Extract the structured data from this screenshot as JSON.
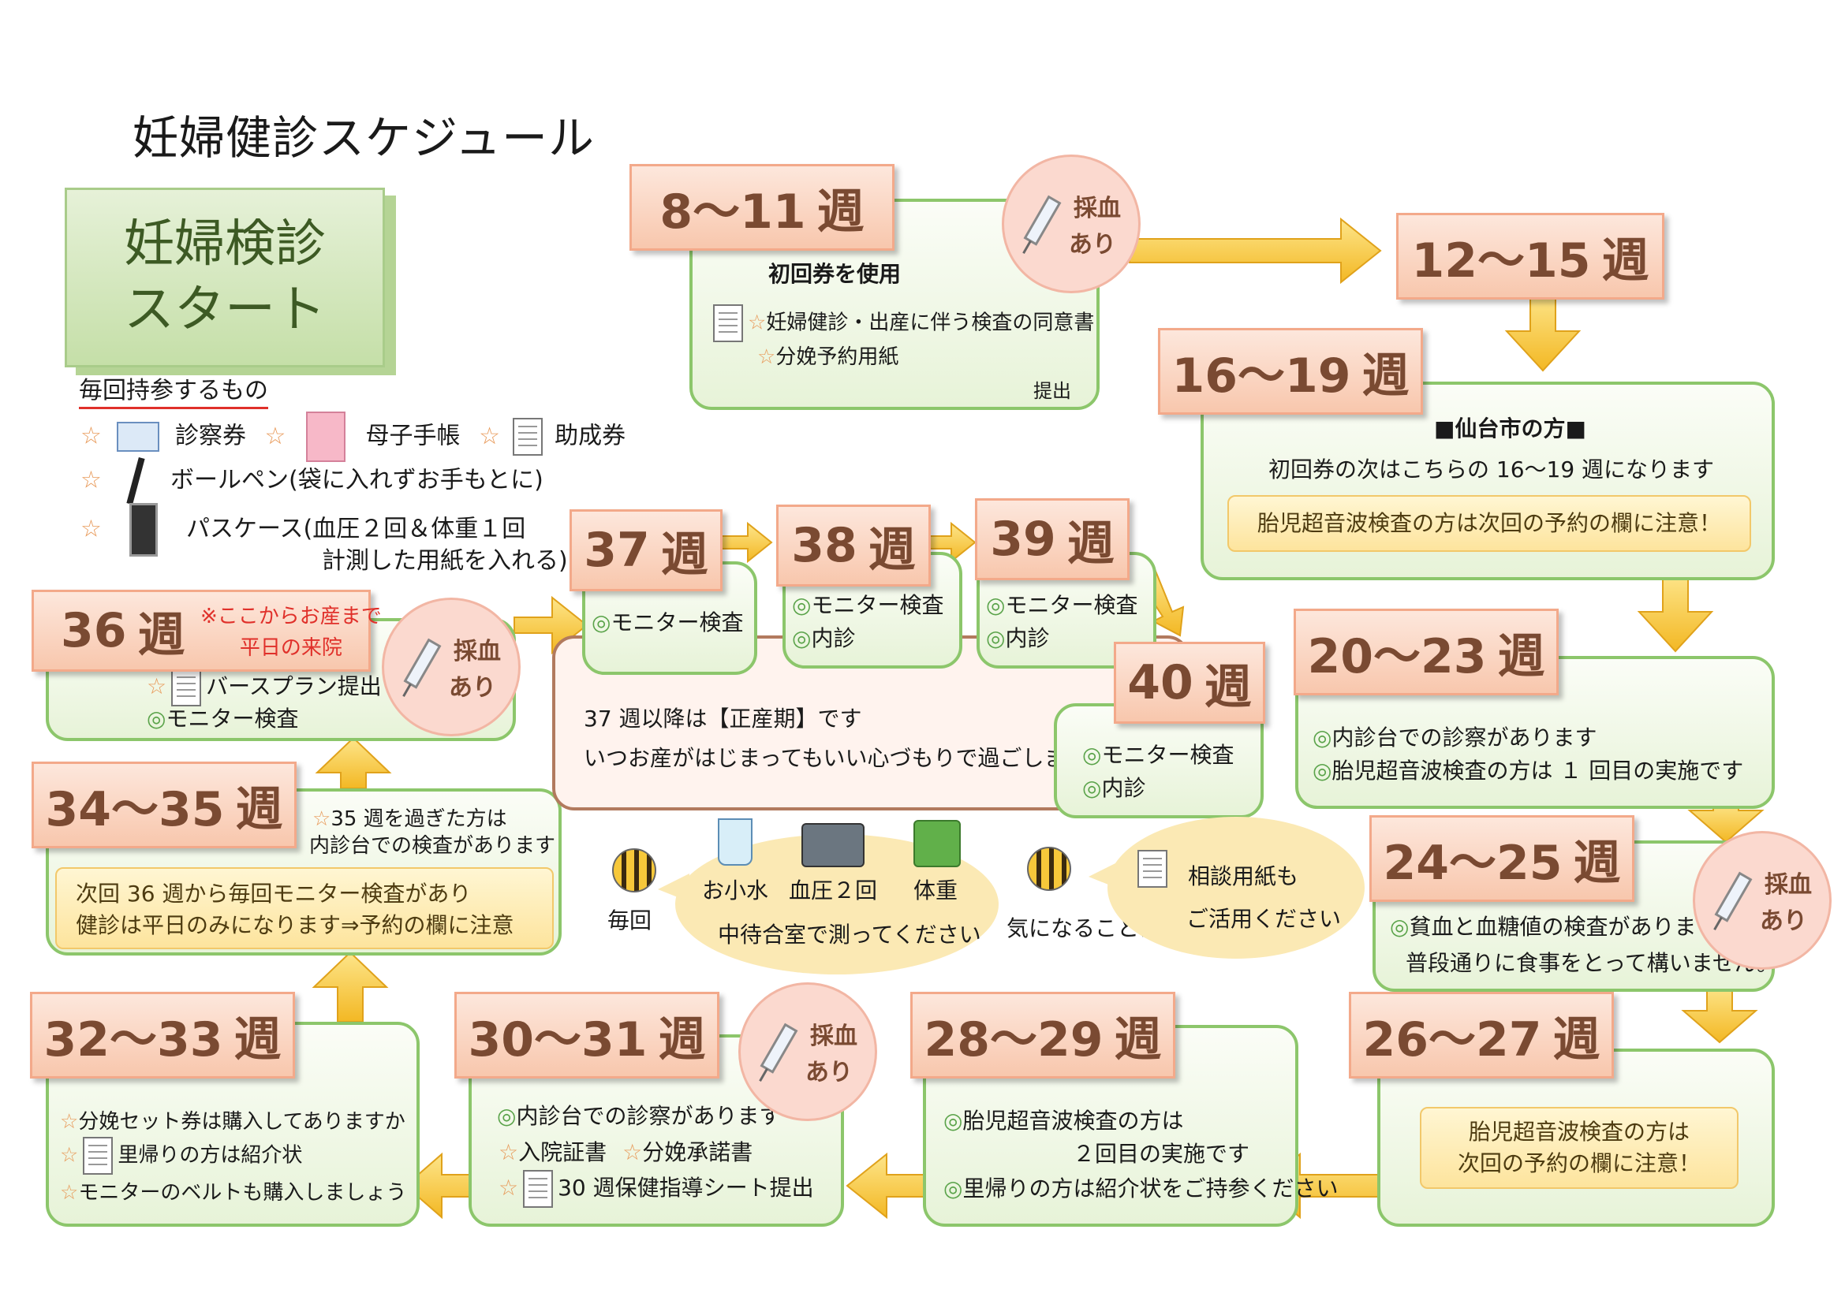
{
  "title": "妊婦健診スケジュール",
  "start": {
    "line1": "妊婦検診",
    "line2": "スタート"
  },
  "bring": {
    "heading": "毎回持参するもの",
    "item1": "診察券",
    "item2": "母子手帳",
    "item3": "助成券",
    "item4": "ボールペン(袋に入れずお手もとに)",
    "item5a": "パスケース(血圧２回＆体重１回",
    "item5b": "計測した用紙を入れる)",
    "star": "☆"
  },
  "blood": {
    "line1": "採血",
    "line2": "あり"
  },
  "w8": {
    "label": "8～11",
    "unit": "週",
    "heading": "初回券を使用",
    "item1": "妊婦健診・出産に伴う検査の同意書",
    "item2": "分娩予約用紙",
    "submit": "提出"
  },
  "w12": {
    "label": "12～15",
    "unit": "週"
  },
  "w16": {
    "label": "16～19",
    "unit": "週",
    "heading": "■仙台市の方■",
    "text": "初回券の次はこちらの 16～19 週になります",
    "note": "胎児超音波検査の方は次回の予約の欄に注意！"
  },
  "w20": {
    "label": "20～23",
    "unit": "週",
    "item1": "内診台での診察があります",
    "item2": "胎児超音波検査の方は １ 回目の実施です"
  },
  "w24": {
    "label": "24～25",
    "unit": "週",
    "item1": "貧血と血糖値の検査があります。",
    "item2": "普段通りに食事をとって構いません。"
  },
  "w26": {
    "label": "26～27",
    "unit": "週",
    "note1": "胎児超音波検査の方は",
    "note2": "次回の予約の欄に注意！"
  },
  "w28": {
    "label": "28～29",
    "unit": "週",
    "item1": "胎児超音波検査の方は",
    "item1b": "２回目の実施です",
    "item2": "里帰りの方は紹介状をご持参ください"
  },
  "w30": {
    "label": "30～31",
    "unit": "週",
    "item1": "内診台での診察があります",
    "item2": "入院証書",
    "item3": "分娩承諾書",
    "item4": "30 週保健指導シート提出"
  },
  "w32": {
    "label": "32～33",
    "unit": "週",
    "item1": "分娩セット券は購入してありますか",
    "item2": "里帰りの方は紹介状",
    "item3": "モニターのベルトも購入しましょう"
  },
  "w34": {
    "label": "34～35",
    "unit": "週",
    "text1": "35 週を過ぎた方は",
    "text2": "内診台での検査があります",
    "note1": "次回 36 週から毎回モニター検査があり",
    "note2": "健診は平日のみになります⇒予約の欄に注意"
  },
  "w36": {
    "label": "36",
    "unit": "週",
    "red1": "※ここからお産まで",
    "red2": "平日の来院",
    "item1": "バースプラン提出",
    "item2": "モニター検査"
  },
  "w37": {
    "label": "37",
    "unit": "週",
    "item1": "モニター検査"
  },
  "w38": {
    "label": "38",
    "unit": "週",
    "item1": "モニター検査",
    "item2": "内診"
  },
  "w39": {
    "label": "39",
    "unit": "週",
    "item1": "モニター検査",
    "item2": "内診"
  },
  "w40": {
    "label": "40",
    "unit": "週",
    "item1": "モニター検査",
    "item2": "内診"
  },
  "term": {
    "line1": "37 週以降は【正産期】です",
    "line2": "いつお産がはじまってもいい心づもりで過ごしましょう"
  },
  "every": {
    "label": "毎回",
    "urine": "お小水",
    "bp": "血圧２回",
    "weight": "体重",
    "place": "中待合室で測ってください"
  },
  "consult": {
    "label": "気になることは",
    "line1": "相談用紙も",
    "line2": "ご活用ください"
  },
  "colors": {
    "green_border": "#8cc66b",
    "arrow": "#f7c83a",
    "label_text": "#7a4a32",
    "red": "#e0302a"
  }
}
